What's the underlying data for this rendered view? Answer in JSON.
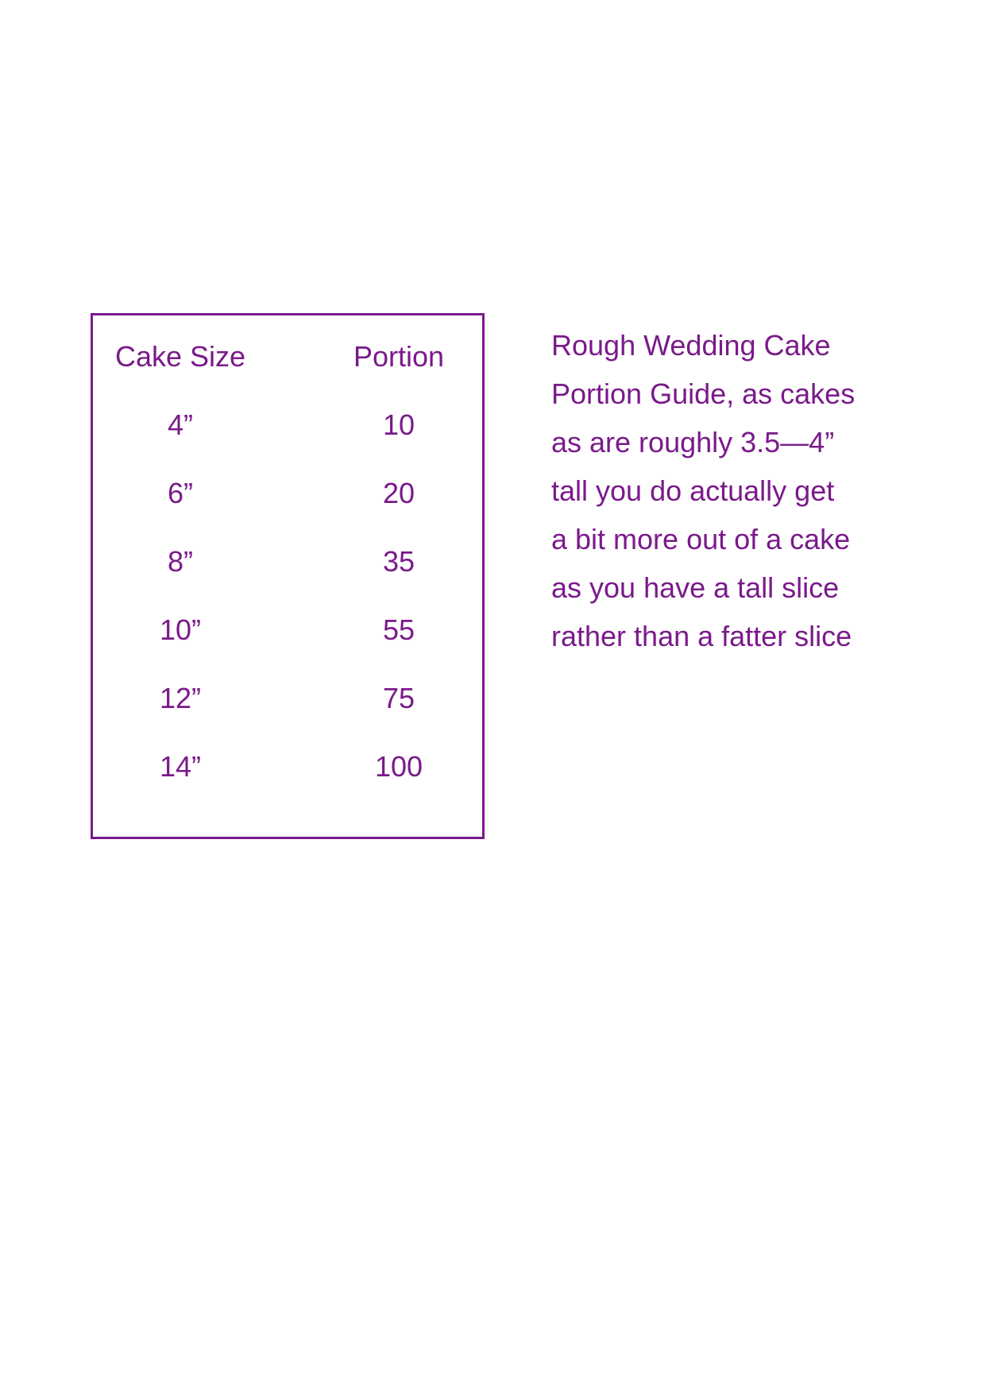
{
  "table": {
    "headers": {
      "size": "Cake Size",
      "portion": "Portion"
    },
    "rows": [
      {
        "size": "4”",
        "portion": "10"
      },
      {
        "size": "6”",
        "portion": "20"
      },
      {
        "size": "8”",
        "portion": "35"
      },
      {
        "size": "10”",
        "portion": "55"
      },
      {
        "size": "12”",
        "portion": "75"
      },
      {
        "size": "14”",
        "portion": "100"
      }
    ]
  },
  "description": {
    "lines": [
      "Rough Wedding Cake",
      "Portion Guide, as cakes",
      "as are roughly 3.5—4”",
      "tall you do actually get",
      "a bit more out of a cake",
      "as you have a tall slice",
      "rather than a fatter slice"
    ]
  },
  "colors": {
    "text": "#7a1a8a",
    "border": "#7a1a8a",
    "background": "#ffffff"
  }
}
